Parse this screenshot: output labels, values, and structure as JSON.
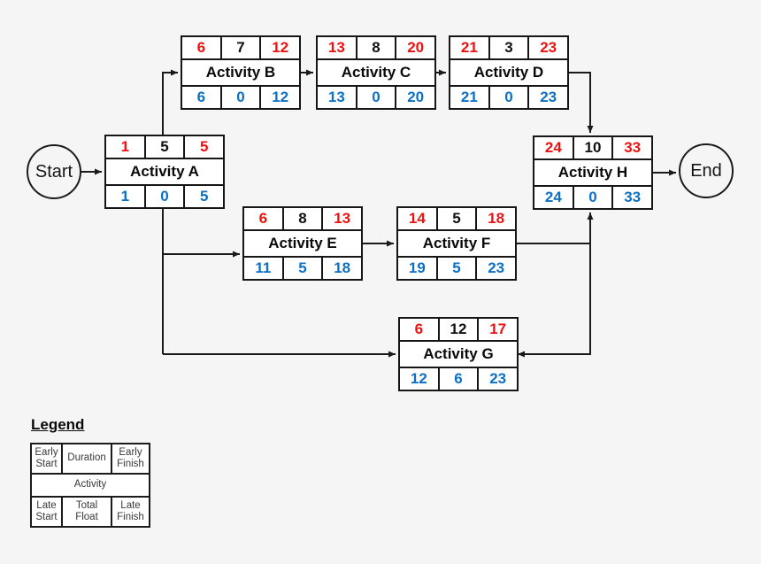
{
  "diagram_type": "activity-on-node precedence network (CPM)",
  "colors": {
    "early_values_red": "#ee1111",
    "late_values_blue": "#0d70c4",
    "duration_black": "#111111",
    "connector_line": "#1a1a1a",
    "node_background": "#ffffff",
    "canvas_background": "#f5f5f6"
  },
  "terminals": {
    "start_label": "Start",
    "end_label": "End"
  },
  "nodes": [
    {
      "id": "A",
      "name": "Activity A",
      "es": "1",
      "dur": "5",
      "ef": "5",
      "ls": "1",
      "tf": "0",
      "lf": "5"
    },
    {
      "id": "B",
      "name": "Activity B",
      "es": "6",
      "dur": "7",
      "ef": "12",
      "ls": "6",
      "tf": "0",
      "lf": "12"
    },
    {
      "id": "C",
      "name": "Activity C",
      "es": "13",
      "dur": "8",
      "ef": "20",
      "ls": "13",
      "tf": "0",
      "lf": "20"
    },
    {
      "id": "D",
      "name": "Activity D",
      "es": "21",
      "dur": "3",
      "ef": "23",
      "ls": "21",
      "tf": "0",
      "lf": "23"
    },
    {
      "id": "E",
      "name": "Activity E",
      "es": "6",
      "dur": "8",
      "ef": "13",
      "ls": "11",
      "tf": "5",
      "lf": "18"
    },
    {
      "id": "F",
      "name": "Activity F",
      "es": "14",
      "dur": "5",
      "ef": "18",
      "ls": "19",
      "tf": "5",
      "lf": "23"
    },
    {
      "id": "G",
      "name": "Activity G",
      "es": "6",
      "dur": "12",
      "ef": "17",
      "ls": "12",
      "tf": "6",
      "lf": "23"
    },
    {
      "id": "H",
      "name": "Activity H",
      "es": "24",
      "dur": "10",
      "ef": "33",
      "ls": "24",
      "tf": "0",
      "lf": "33"
    }
  ],
  "edges": [
    {
      "from": "Start",
      "to": "Activity A"
    },
    {
      "from": "Activity A",
      "to": "Activity B"
    },
    {
      "from": "Activity B",
      "to": "Activity C"
    },
    {
      "from": "Activity C",
      "to": "Activity D"
    },
    {
      "from": "Activity D",
      "to": "Activity H"
    },
    {
      "from": "Activity A",
      "to": "Activity E"
    },
    {
      "from": "Activity E",
      "to": "Activity F"
    },
    {
      "from": "Activity A",
      "to": "Activity G"
    },
    {
      "from": "Activity F",
      "to": "Activity H"
    },
    {
      "from": "Activity F",
      "to": "Activity G"
    },
    {
      "from": "Activity H",
      "to": "End"
    }
  ],
  "legend": {
    "title": "Legend",
    "early_start": "Early\nStart",
    "duration": "Duration",
    "early_finish": "Early\nFinish",
    "activity": "Activity",
    "late_start": "Late\nStart",
    "total_float": "Total\nFloat",
    "late_finish": "Late\nFinish"
  }
}
